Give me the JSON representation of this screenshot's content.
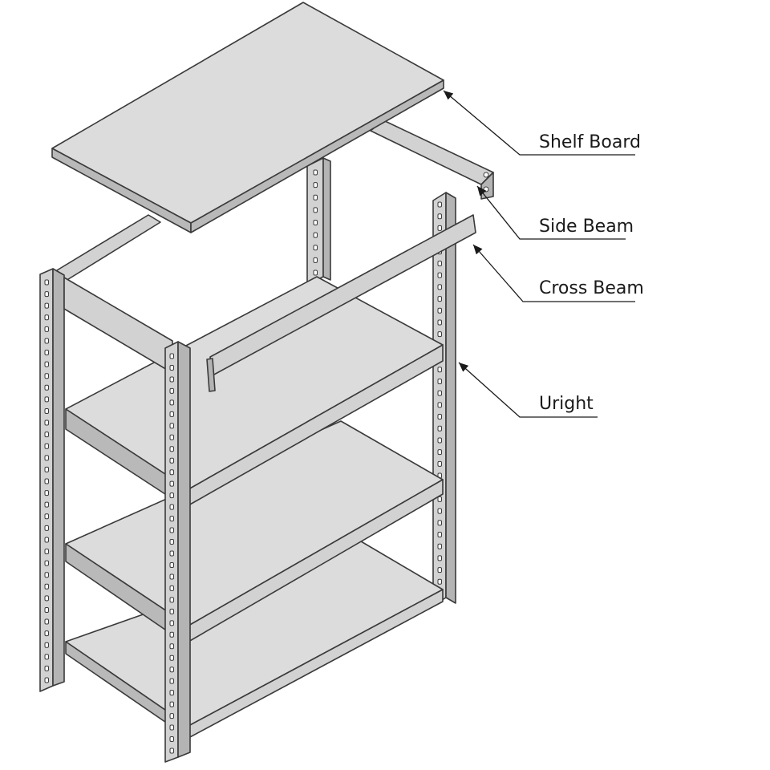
{
  "labels": {
    "shelf_board": "Shelf Board",
    "side_beam": "Side Beam",
    "cross_beam": "Cross Beam",
    "upright": "Uright"
  },
  "colors": {
    "board": "#dcdcdc",
    "steel": "#d2d2d2",
    "outline": "#3a3a3a",
    "text": "#1a1a1a"
  }
}
